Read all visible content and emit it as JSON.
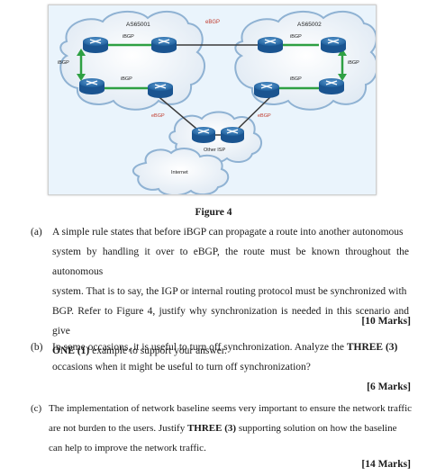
{
  "figure": {
    "as_left": "AS65001",
    "as_right": "AS65002",
    "ebgp_top": "eBGP",
    "ibgp_left_top": "iBGP",
    "ibgp_left_side": "iBGP",
    "ibgp_left_bottom": "iBGP",
    "ibgp_right_top": "iBGP",
    "ibgp_right_side": "iBGP",
    "ibgp_right_bottom": "iBGP",
    "ebgp_left_down": "eBGP",
    "ebgp_right_down": "eBGP",
    "other_isp": "Other ISP",
    "internet": "Internet",
    "caption": "Figure 4"
  },
  "questions": {
    "a": {
      "label": "(a)",
      "lines": [
        "A simple rule states that before iBGP can propagate a route into another autonomous",
        "system by handling it over to eBGP, the route must be known throughout the autonomous",
        "system. That is to say, the IGP or internal routing protocol must be synchronized with",
        "BGP. Refer to Figure 4, justify why synchronization is needed in this scenario and give"
      ],
      "last_bold": "ONE (1)",
      "last_rest": " example to support your answer.",
      "marks": "[10 Marks]"
    },
    "b": {
      "label": "(b)",
      "line1_pre": "In some occasions, it is useful to turn off synchronization. Analyze the ",
      "line1_bold": "THREE (3)",
      "line2": "occasions when it might be useful to turn off synchronization?",
      "marks": "[6 Marks]"
    },
    "c": {
      "label": "(c)",
      "line1": "The implementation of network baseline seems very important to ensure the network traffic",
      "line2": "are not burden to the users. Justify ",
      "line2_bold": "THREE (3)",
      "line2_rest": " supporting solution on how the baseline",
      "line3": "can help to improve the network traffic.",
      "marks": "[14 Marks]"
    }
  }
}
